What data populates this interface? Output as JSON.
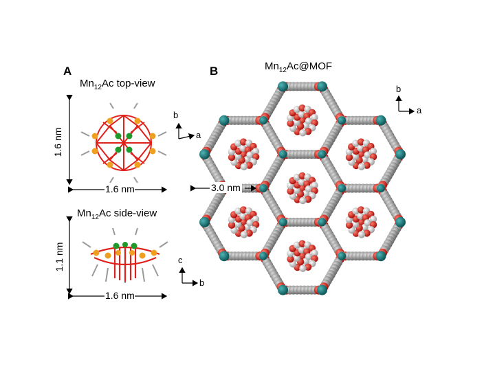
{
  "panel_a": {
    "letter": "A",
    "top_view": {
      "caption_prefix": "Mn",
      "caption_sub": "12",
      "caption_suffix": "Ac top-view",
      "height_label": "1.6 nm",
      "width_label": "1.6 nm"
    },
    "side_view": {
      "caption_prefix": "Mn",
      "caption_sub": "12",
      "caption_suffix": "Ac side-view",
      "height_label": "1.1 nm",
      "width_label": "1.6 nm",
      "axis_vertical": "c",
      "axis_horizontal": "b"
    },
    "axes_top": {
      "vertical": "b",
      "horizontal": "a"
    }
  },
  "panel_b": {
    "letter": "B",
    "title_prefix": "Mn",
    "title_sub": "12",
    "title_suffix": "Ac@MOF",
    "pore_label": "3.0 nm",
    "axes": {
      "vertical": "b",
      "horizontal": "a"
    }
  },
  "colors": {
    "linker": "#8c8c8c",
    "oxygen": "#e0201b",
    "metal_node": "#1a7f80",
    "mn_orange": "#f0a020",
    "mn_green": "#1f9a2a",
    "carbon": "#b9b9b9"
  }
}
